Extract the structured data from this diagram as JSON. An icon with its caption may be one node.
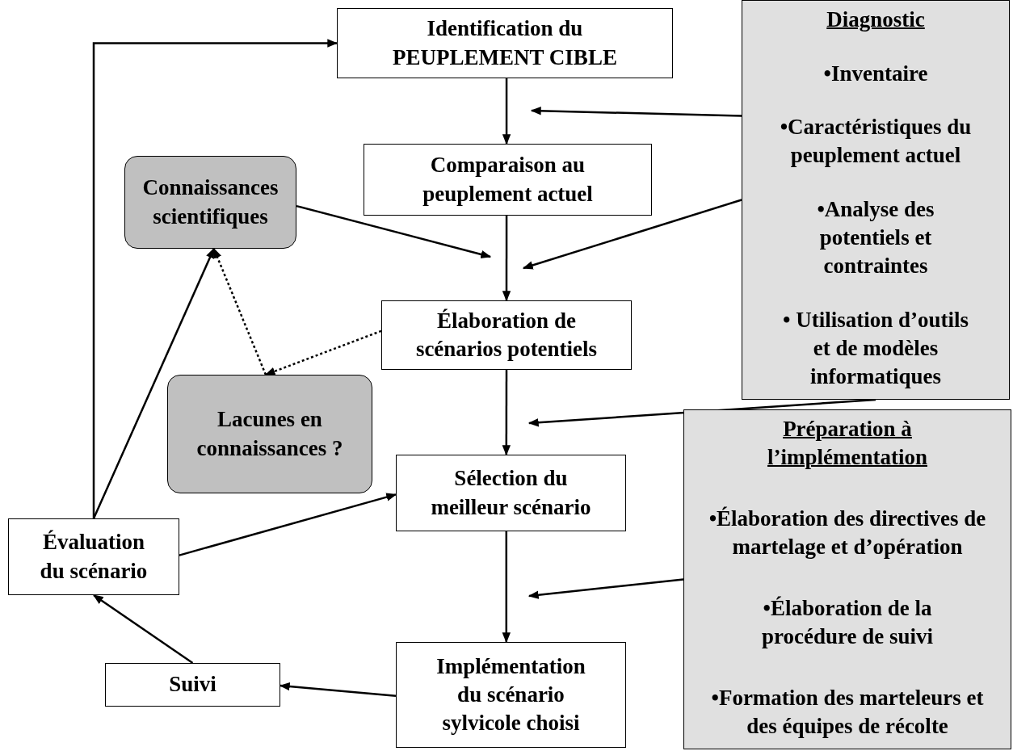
{
  "diagram": {
    "nodes": [
      {
        "text": [
          "Identification du PEUPLEMENT CIBLE"
        ]
      },
      {
        "text": [
          "Comparaison au peuplement actuel"
        ]
      },
      {
        "text": [
          "Connaissances scientifiques"
        ]
      },
      {
        "text": [
          "Élaboration de scénarios potentiels"
        ]
      },
      {
        "text": [
          "Lacunes en connaissances ?"
        ]
      },
      {
        "text": [
          "Sélection du meilleur scénario"
        ]
      },
      {
        "text": [
          "Évaluation du scénario"
        ]
      },
      {
        "text": [
          "Suivi"
        ]
      },
      {
        "text": [
          "Implémentation du scénario sylvicole choisi"
        ]
      },
      {
        "text": [
          "Diagnostic",
          "•Inventaire",
          "•Caractéristiques du peuplement actuel",
          "•Analyse des potentiels et contraintes",
          "• Utilisation d’outils et de modèles informatiques"
        ]
      },
      {
        "text": [
          "Préparation à l’implémentation",
          "•Élaboration des directives de martelage et d’opération",
          "•Élaboration de la procédure de suivi",
          "•Formation des marteleurs et des équipes de récolte"
        ]
      }
    ],
    "edges": [
      {
        "from": 0,
        "to": 1,
        "arrow": "to"
      },
      {
        "from": 1,
        "to": 3,
        "arrow": "to"
      },
      {
        "from": 3,
        "to": 5,
        "arrow": "to"
      },
      {
        "from": 5,
        "to": 8,
        "arrow": "to"
      },
      {
        "from": 8,
        "to": 7,
        "arrow": "to"
      },
      {
        "from": 7,
        "to": 6,
        "arrow": "to"
      },
      {
        "from": 6,
        "to": 0,
        "arrow": "to"
      },
      {
        "from": 6,
        "to": 2,
        "arrow": "to"
      },
      {
        "from": 2,
        "to": null,
        "arrow": "to"
      },
      {
        "from": 9,
        "to": null,
        "arrow": "to"
      },
      {
        "from": 9,
        "to": null,
        "arrow": "to"
      },
      {
        "from": 3,
        "to": 4,
        "arrow": "to",
        "style": "dashed"
      },
      {
        "from": 4,
        "to": 2,
        "arrow": "to",
        "style": "dashed"
      },
      {
        "from": 6,
        "to": 5,
        "arrow": "to"
      },
      {
        "from": 9,
        "to": null,
        "arrow": "to"
      },
      {
        "from": 10,
        "to": null,
        "arrow": "to"
      }
    ]
  }
}
